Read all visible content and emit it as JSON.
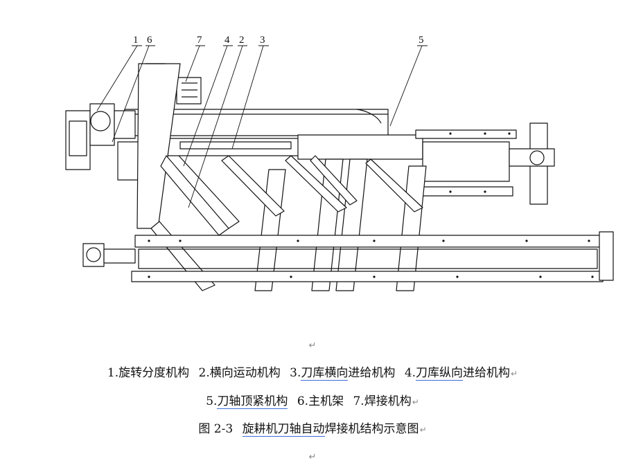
{
  "figure": {
    "callouts": [
      "1",
      "6",
      "7",
      "4",
      "2",
      "3",
      "5"
    ]
  },
  "paragraph_mark": "↵",
  "legend_line1": {
    "items": [
      {
        "num": "1.",
        "pre": "",
        "ul": "",
        "post": "旋转分度机构"
      },
      {
        "num": "2.",
        "pre": "",
        "ul": "",
        "post": "横向运动机构"
      },
      {
        "num": "3.",
        "pre": "",
        "ul": "刀库横向",
        "post": "进给机构"
      },
      {
        "num": "4.",
        "pre": "",
        "ul": "刀库纵向",
        "post": "进给机构"
      }
    ]
  },
  "legend_line2": {
    "items": [
      {
        "num": "5.",
        "pre": "",
        "ul": "刀轴顶紧机构",
        "post": ""
      },
      {
        "num": "6.",
        "pre": "",
        "ul": "",
        "post": "主机架"
      },
      {
        "num": "7.",
        "pre": "",
        "ul": "",
        "post": "焊接机构"
      }
    ]
  },
  "caption": {
    "label": "图 2-3",
    "ul": "旋耕机刀轴自动",
    "post": "焊接机结构示意图"
  },
  "colors": {
    "underline": "#3b6bd6",
    "paragraph_mark": "#8a8a8a"
  }
}
